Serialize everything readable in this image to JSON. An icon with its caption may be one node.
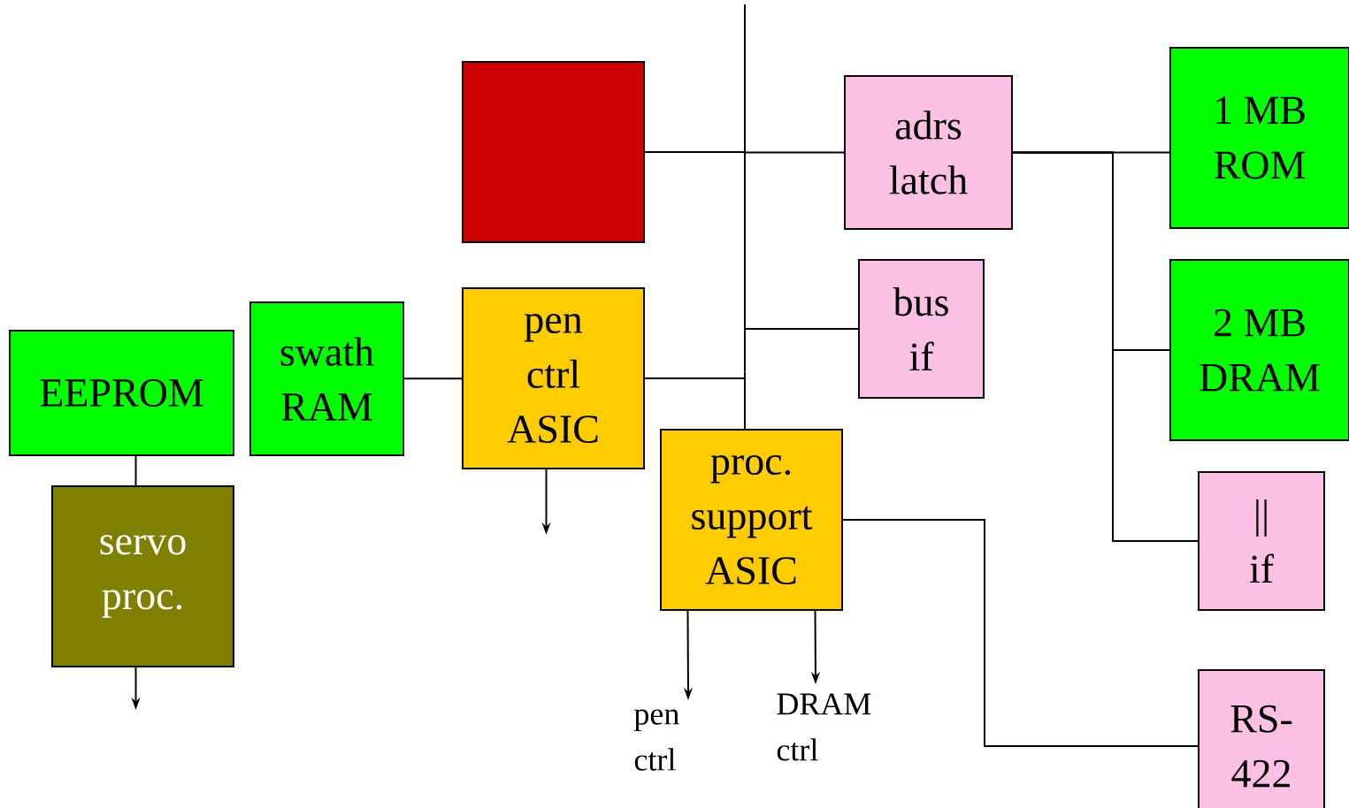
{
  "diagram": {
    "nodes": [
      {
        "text": [],
        "shape": "box"
      },
      {
        "text": [
          "adrs latch"
        ]
      },
      {
        "text": [
          "1 MB ROM"
        ]
      },
      {
        "text": [
          "bus if"
        ]
      },
      {
        "text": [
          "2 MB DRAM"
        ]
      },
      {
        "text": [
          "EEPROM"
        ]
      },
      {
        "text": [
          "swath RAM"
        ]
      },
      {
        "text": [
          "pen ctrl ASIC"
        ]
      },
      {
        "text": [
          "proc. support ASIC"
        ]
      },
      {
        "text": [
          "|| if"
        ]
      },
      {
        "text": [
          "servo proc."
        ]
      },
      {
        "text": [
          "pen ctrl"
        ]
      },
      {
        "text": [
          "DRAM ctrl"
        ]
      },
      {
        "text": [
          "RS-422"
        ]
      },
      {
        "text": [],
        "shape": "bar"
      }
    ],
    "edges": [
      {
        "from": 0,
        "to": 14,
        "arrow": "none"
      },
      {
        "from": 14,
        "to": 1,
        "arrow": "none"
      },
      {
        "from": 1,
        "to": 2,
        "arrow": "none"
      },
      {
        "from": 1,
        "to": 4,
        "arrow": "none"
      },
      {
        "from": 1,
        "to": 9,
        "arrow": "none"
      },
      {
        "from": 14,
        "to": 3,
        "arrow": "none"
      },
      {
        "from": 7,
        "to": 14,
        "arrow": "none"
      },
      {
        "from": 14,
        "to": 8,
        "arrow": "none"
      },
      {
        "from": 6,
        "to": 7,
        "arrow": "none"
      },
      {
        "from": 5,
        "to": 10,
        "arrow": "none"
      },
      {
        "from": 10,
        "to": null,
        "arrow": "to"
      },
      {
        "from": 7,
        "to": null,
        "arrow": "to"
      },
      {
        "from": 8,
        "to": 11,
        "arrow": "to"
      },
      {
        "from": 8,
        "to": 12,
        "arrow": "to"
      },
      {
        "from": 8,
        "to": 13,
        "arrow": "none"
      }
    ]
  }
}
